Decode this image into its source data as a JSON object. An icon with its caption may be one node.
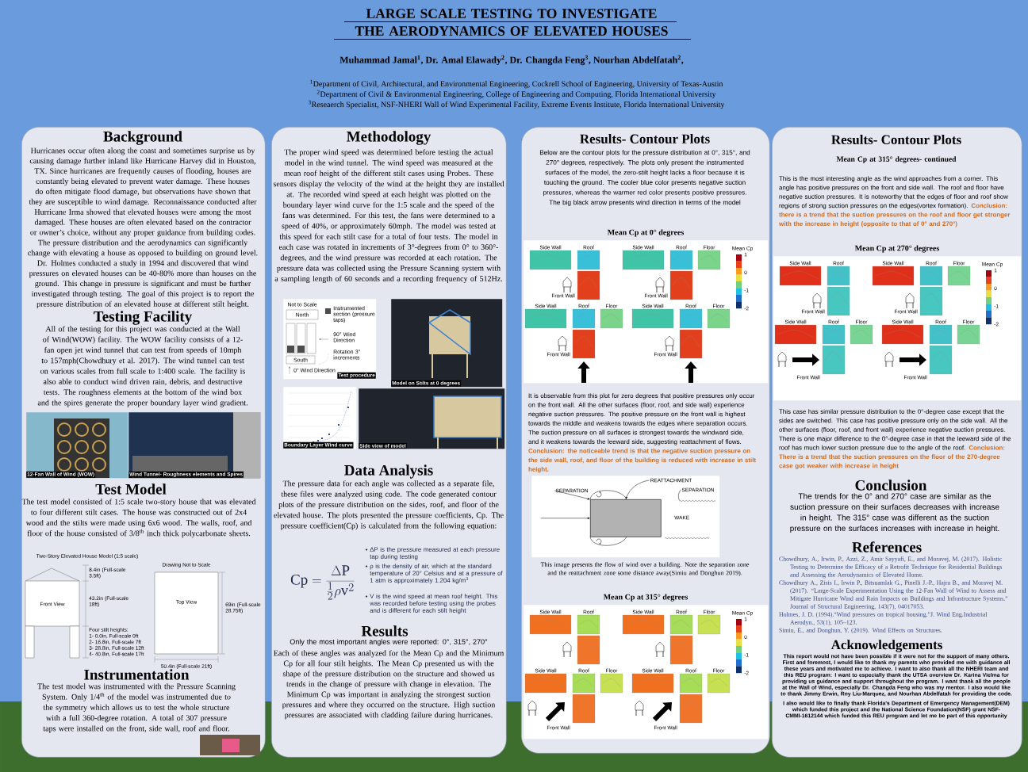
{
  "diagram": {
    "title": "LARGE SCALE TESTING TO INVESTIGATE THE AERODYNAMICS OF ELEVATED HOUSES",
    "nodes": [
      {
        "text": [
          "Background",
          "Hurricanes occur often along the coast and sometimes surprise us by causing damage further inland like Hurricane Harvey did in Houston, TX. Since hurricanes are frequently causes of flooding, houses are constantly being elevated to prevent water damage. These houses do often mitigate flood damage, but observations have shown that they are susceptible to wind damage. Reconnaissance conducted after Hurricane Irma showed that elevated houses were among the most damaged. These houses are often elevated based on the contractor or owner’s choice, without any proper guidance from building codes. The pressure distribution and the aerodynamics can significantly change with elevating a house as opposed to building on ground level. Dr. Holmes conducted a study in 1994 and discovered that wind pressures on elevated houses can be 40-80% more than houses on the ground. This change in pressure is significant and must be further investigated through testing. The goal of this project is to report the pressure distribution of an elevated house at different stilt height.",
          "Testing Facility",
          "All of the testing for this project was conducted at the Wall of Wind(WOW) facility. The WOW facility consists of a 12-fan open jet wind tunnel that can test from speeds of 10mph to 157mph(Chowdhury et al. 2017). The wind tunnel can test on various scales from full scale to 1:400 scale. The facility is also able to conduct wind driven rain, debris, and destructive tests. The roughness elements at the bottom of the wind box and the spires generate the proper boundary layer wind gradient.",
          "Test Model",
          "The test model consisted of 1:5 scale two-story house that was elevated to four different stilt cases. The house was constructed out of 2x4 wood and the stilts were made using 6x6 wood. The walls, roof, and floor of the house consisted of 3/8$^{th}$ inch thick polycarbonate sheets.",
          "Instrumentation",
          "The test model was instrumented with the Pressure Scanning System. Only 1/4$^{th}$ of the model was instrumented due to the symmetry which allows us to test the whole structure with a full 360-degree rotation. A total of 307 pressure taps were installed on the front, side wall, roof and floor."
        ]
      },
      {
        "text": [
          "12-Fan Wall of Wind (WOW)"
        ],
        "in": 0
      },
      {
        "text": [
          "Wind Tunnel- Roughness elements and Spires"
        ],
        "in": 0
      },
      {
        "text": [
          "Methodology",
          "The proper wind speed was determined before testing the actual model in the wind tunnel. The wind speed was measured at the mean roof height of the different stilt cases using Probes. These sensors display the velocity of the wind at the height they are installed at. The recorded wind speed at each height was plotted on the boundary layer wind curve for the 1:5 scale and the speed of the fans was determined. For this test, the fans were determined to a speed of 40%, or approximately 60mph. The model was tested at this speed for each stilt case for a total of four tests. The model in each case was rotated in increments of 3°-degrees from 0° to 360°-degrees, and the wind pressure was recorded at each rotation. The pressure data was collected using the Pressure Scanning system with a sampling length of 60 seconds and a recording frequency of 512Hz.",
          "Data Analysis",
          "The pressure data for each angle was collected as a separate file, these files were analyzed using code. The code generated contour plots of the pressure distribution on the sides, roof, and floor of the elevated house. The plots presented the pressure coefficients, Cp. The pressure coefficient(Cp) is calculated from the following equation:",
          "Results",
          "Only the most important angles were reported: 0°, 315°, 270°",
          "Each of these angles was analyzed for the Mean Cp and the Minimum Cp for all four stilt heights. The Mean Cp presented us with the shape of the pressure distribution on the structure and showed us trends in the change of pressure with change in elevation. The Minimum Cp was important in analyzing the strongest suction pressures and where they occurred on the structure. High suction pressures are associated with cladding failure during hurricanes."
        ]
      },
      {
        "text": [
          "Not to Scale",
          "North",
          "Instrumented section (pressure taps)",
          "90° Wind Direction",
          "South",
          "Rotation 3° increments",
          "0° Wind Direction",
          "Test procedure"
        ],
        "in": 3
      },
      {
        "text": [
          "Model on Stilts at 0 degrees"
        ],
        "in": 3
      },
      {
        "text": [
          "Boundary Layer Wind curve"
        ],
        "in": 3
      },
      {
        "text": [
          "Side view of model"
        ],
        "in": 3
      },
      {
        "text": [
          "Results- Contour Plots",
          "Below are the contour plots for the pressure distribution at 0°, 315°, and 270° degrees, respectively. The plots only present the instrumented surfaces of the model, the zero-stilt height lacks a floor because it is touching the ground. The cooler blue color presents negative suction pressures, whereas the warmer red color presents positive pressures. The big black arrow presents wind direction in terms of the model",
          "It is observable from this plot for zero degrees that positive pressures only occur on the front wall. All the other surfaces (floor, roof, and side wall) experience negative suction pressures. The positive pressure on the front wall is highest towards the middle and weakens towards the edges where separation occurs. The suction pressure on all surfaces is strongest towards the windward side, and it weakens towards the leeward side, suggesting reattachment of flows.",
          "Conclusion: the noticeable trend is that the negative suction pressure on the side wall, roof, and floor of the building is reduced with increase in stilt height.",
          "This image presents the flow of wind over a building. Note the separation zone and the reattachment zone some distance away(Simiu and Donghun 2019)."
        ]
      },
      {
        "text": [
          "Mean Cp at 0° degrees",
          "Side Wall",
          "Roof",
          "Front Wall",
          "Side Wall",
          "Roof",
          "Floor",
          "Front Wall",
          "Side Wall",
          "Roof",
          "Floor",
          "Front Wall",
          "Side Wall",
          "Roof",
          "Floor",
          "Front Wall",
          "Mean Cp",
          "1",
          "0",
          "-1",
          "-2"
        ],
        "in": 8
      },
      {
        "text": [],
        "shape": "box",
        "in": 8
      },
      {
        "text": [
          "SEPARATION"
        ],
        "in": 10
      },
      {
        "text": [
          "REATTACHMENT"
        ],
        "in": 10
      },
      {
        "text": [
          "SEPARATION"
        ],
        "in": 10
      },
      {
        "text": [],
        "shape": "box",
        "in": 10
      },
      {
        "text": [
          "Mean Cp at 315° degrees",
          "Side Wall",
          "Roof",
          "Side Wall",
          "Roof",
          "Floor",
          "Side Wall",
          "Roof",
          "Floor",
          "Front Wall",
          "Side Wall",
          "Roof",
          "Floor",
          "Front Wall",
          "Mean Cp",
          "1",
          "0",
          "-1",
          "-2"
        ],
        "in": 8
      },
      {
        "text": [
          "Results- Contour Plots",
          "Mean Cp at 315° degrees- continued",
          "This is the most interesting angle as the wind approaches from a corner. This angle has positive pressures on the front and side wall. The roof and floor have negative suction pressures. It is noteworthy that the edges of floor and roof show regions of strong suction pressures on the edges(vortex formation).",
          "Conclusion: there is a trend that the suction pressures on the roof and floor get stronger with the increase in height (opposite to that of 0° and 270°)",
          "This case has similar pressure distribution to the 0°-degree case except that the sides are switched. This case has positive pressure only on the side wall. All the other surfaces (floor, roof, and front wall) experience negative suction pressures. There is one major difference to the 0°-degree case in that the leeward side of the roof has much lower suction pressure due to the angle of the roof.",
          "Conclusion: There is a trend that the suction pressures on the floor of the 270-degree case got weaker with increase in height",
          "Conclusion",
          "The trends for the 0° and 270° case are similar as the suction pressure on their surfaces decreases with increase in height. The 315° case was different as the suction pressure on the surfaces increases with increase in height.",
          "References",
          "Chowdhury, A., Irwin, P., Azzi, Z., Amir Sayyafi, E., and Moravej, M. (2017). Holistic Testing to Determine the Efficacy of a Retrofit Technique for Residential Buildings and Assessing the Aerodynamics of Elevated Home.",
          "Chowdhury A., Zisis I., Irwin P., Bitsuamlak G., Pinelli J.-P., Hajra B., and Moravej M. (2017). “Large-Scale Experimentation Using the 12-Fan Wall of Wind to Assess and Mitigate Hurricane Wind and Rain Impacts on Buildings and Infrastructure Systems.” Journal of Structural Engineering, 143(7), 04017053.",
          "Holmes, J. D. (1994).“Wind pressures on tropical housing.”J. Wind Eng.Industrial Aerodyn., 53(1), 105–123.",
          "Simiu, E., and Donghun, Y. (2019). Wind Effects on Structures.",
          "Acknowledgements",
          "This report would not have been possible if it were not for the support of many others. First and foremost, I would like to thank my parents who provided me with guidance all these years and motivated me to achieve. I want to also thank all the NHERI team and this REU program: I want to especially thank the UTSA overview Dr. Karina Vielma for providing us guidance and support throughout the program. I want thank all the people at the Wall of Wind, especially Dr. Changda Feng who was my mentor. I also would like to thank Jimmy Erwin, Roy Liu-Marquez, and Nourhan Abdelfatah for providing the code.",
          "I also would like to finally thank Florida's Department of Emergency Management(DEM) which funded this project and the National Science Foundation(NSF) grant NSF-CMMI-1612144 which funded this REU program and let me be part of this opportunity"
        ]
      },
      {
        "text": [
          "Mean Cp at 270° degrees",
          "Side Wall",
          "Roof",
          "Front Wall",
          "Side Wall",
          "Roof",
          "Floor",
          "Front Wall",
          "Side Wall",
          "Roof",
          "Floor",
          "Front Wall",
          "Side Wall",
          "Roof",
          "Floor",
          "Front Wall",
          "Mean Cp",
          "1",
          "0",
          "-1",
          "-2"
        ],
        "in": 16
      }
    ],
    "edges": [
      {
        "from": 11,
        "to": 14,
        "arrow": "to"
      },
      {
        "from": 12,
        "to": 14,
        "arrow": "to"
      },
      {
        "from": 13,
        "to": null,
        "arrow": "none"
      },
      {
        "from": null,
        "to": 14,
        "arrow": "to"
      }
    ],
    "labels": [
      "Muhammad Jamal$^{1}$, Dr. Amal Elawady$^{2}$, Dr. Changda Feng$^{3}$, Nourhan Abdelfatah$^{2}$,",
      "$^{1}$Department of Civil, Architectural, and Environmental Engineering, Cockrell School of Engineering, University of Texas-Austin",
      "$^{2}$Department of Civil & Environmental Engineering, College of Engineering and Computing, Florida International University",
      "$^{3}$Reseaerch Specialist, NSF-NHERI Wall of Wind Experimental Facility, Extreme Events Institute, Florida International University",
      "Two-Story Elevated House Model (1:5 scale)",
      "Drawing Not to Scale",
      "8.4in (Full-scale 3.5ft)",
      "Front View",
      "43.2in (Full-scale 18ft)",
      "Top View",
      "69in (Full-scale 28.75ft)",
      "Four stilt heights:",
      "1- 0.0in, Full-scale 0ft",
      "2- 16.8in, Full-scale 7ft",
      "3- 28.8in, Full-scale 12ft",
      "4- 40.8in, Full-scale 17ft",
      "50.4in (Full-scale 21ft)",
      "\\mathrm{Cp} = \\frac{\\Delta \\mathrm{P}}{\\frac{1}{2}\\rho \\mathrm{v}^{2}}",
      "ΔP is the pressure measured at each pressure tap during testing",
      "ρ is the density of air, which at the standard temperature of 20° Celsius and at a pressure of 1 atm is approximately 1.204 kg/m$^{3}$",
      "V is the wind speed at mean roof height. This was recorded before testing using the probes and is different for each stilt height",
      "WAKE"
    ]
  }
}
